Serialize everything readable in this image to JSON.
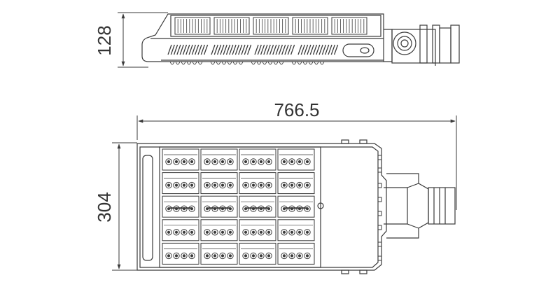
{
  "dimensions": {
    "side_height": "128",
    "top_length": "766.5",
    "top_width": "304"
  },
  "colors": {
    "line": "#3a3a3a",
    "background": "#ffffff"
  },
  "led_grid": {
    "columns": 4,
    "rows": 5,
    "leds_per_row": 4
  },
  "side_fin_groups": 5,
  "side_vent_groups": 4
}
